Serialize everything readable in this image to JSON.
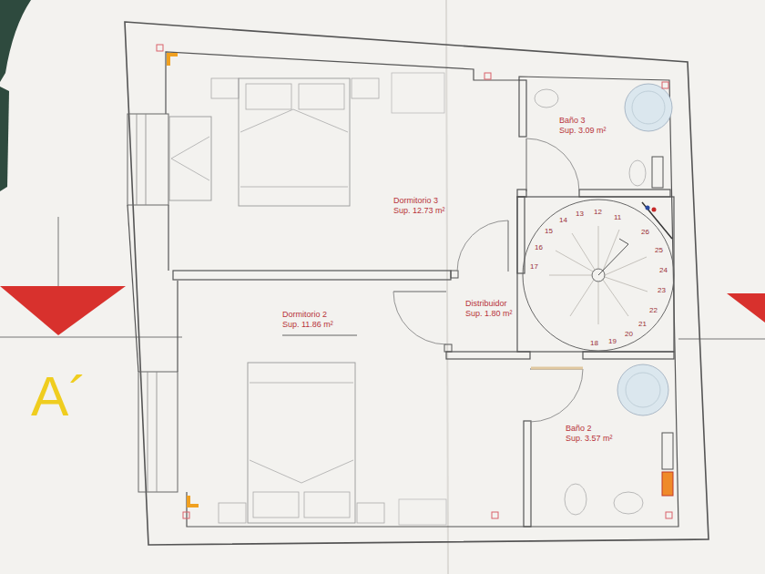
{
  "diagram": {
    "nodes": [
      {
        "text": [
          "Dormitorio 3",
          "Sup. 12.73 m²"
        ]
      },
      {
        "text": [
          "Baño 3",
          "Sup. 3.09 m²"
        ]
      },
      {
        "text": [
          "Distribuidor",
          "Sup. 1.80 m²"
        ]
      },
      {
        "text": [
          "Dormitorio 2",
          "Sup. 11.86 m²"
        ]
      },
      {
        "text": [
          "Baño 2",
          "Sup. 3.57 m²"
        ]
      }
    ],
    "labels": [
      "11",
      "12",
      "13",
      "14",
      "15",
      "16",
      "17",
      "18",
      "19",
      "20",
      "21",
      "22",
      "23",
      "24",
      "25",
      "26",
      "A´"
    ]
  }
}
